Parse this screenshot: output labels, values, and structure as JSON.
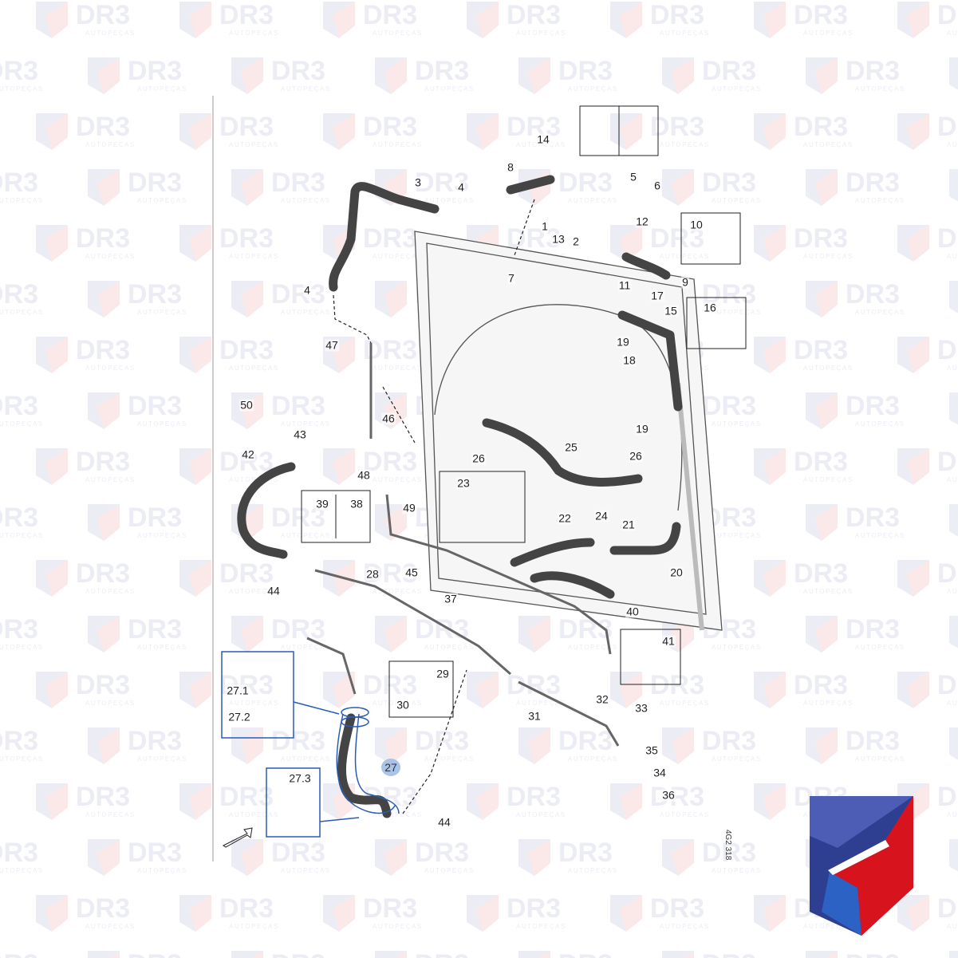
{
  "watermark": {
    "brand": "DR3",
    "tagline": "AUTOPEÇAS"
  },
  "diagram_code": "4G2 318",
  "highlighted_part": "27",
  "parts": [
    "14",
    "8",
    "5",
    "6",
    "3",
    "4",
    "12",
    "10",
    "1",
    "13",
    "2",
    "7",
    "11",
    "9",
    "4",
    "17",
    "15",
    "16",
    "19",
    "18",
    "47",
    "50",
    "46",
    "19",
    "43",
    "25",
    "26",
    "26",
    "42",
    "48",
    "23",
    "39",
    "38",
    "49",
    "22",
    "24",
    "21",
    "20",
    "45",
    "28",
    "37",
    "44",
    "40",
    "41",
    "29",
    "30",
    "27.1",
    "27.2",
    "31",
    "32",
    "33",
    "27.3",
    "35",
    "34",
    "36",
    "44"
  ],
  "colors": {
    "highlight": "#2a5bb8",
    "brand_blue": "#2e3e91",
    "brand_red": "#d7141e"
  }
}
